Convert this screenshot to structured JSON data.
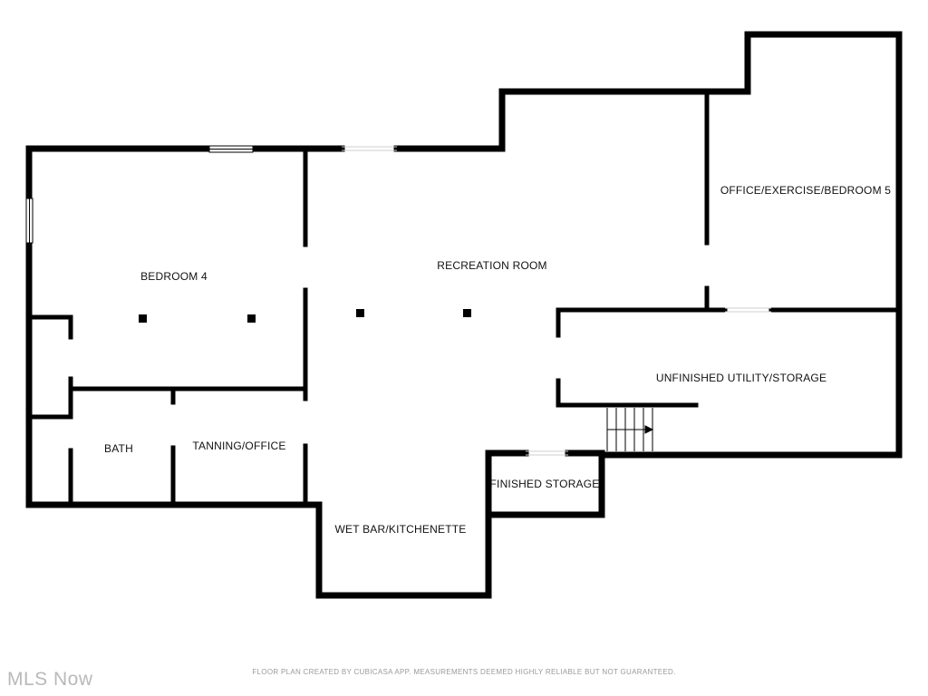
{
  "rooms": {
    "bedroom_4": "BEDROOM 4",
    "recreation_room": "RECREATION ROOM",
    "office_exercise_bedroom_5": "OFFICE/EXERCISE/BEDROOM 5",
    "unfinished_utility_storage": "UNFINISHED UTILITY/STORAGE",
    "bath": "BATH",
    "tanning_office": "TANNING/OFFICE",
    "finished_storage": "FINISHED STORAGE",
    "wet_bar_kitchenette": "WET BAR/KITCHENETTE"
  },
  "footer": {
    "disclaimer": "FLOOR PLAN CREATED BY CUBICASA APP. MEASUREMENTS DEEMED HIGHLY RELIABLE BUT NOT GUARANTEED.",
    "watermark": "MLS Now"
  },
  "colors": {
    "wall": "#000000",
    "background": "#ffffff",
    "footer_text": "#9a9a9a"
  }
}
